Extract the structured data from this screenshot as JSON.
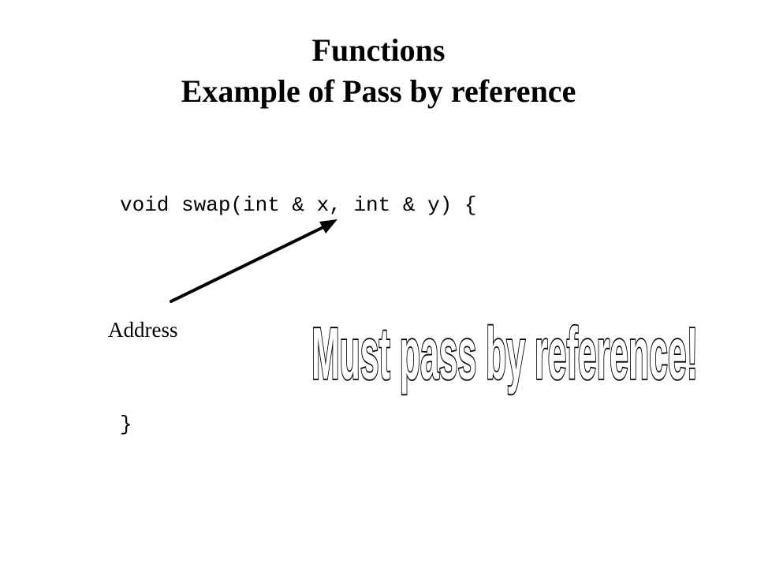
{
  "slide": {
    "title_line1": "Functions",
    "title_line2": "Example of Pass by reference",
    "code_signature": "void swap(int & x, int & y) {",
    "code_close": "}",
    "annotation_label": "Address",
    "callout_text": "Must pass by reference!",
    "colors": {
      "background": "#ffffff",
      "text": "#000000",
      "arrow": "#000000"
    }
  }
}
